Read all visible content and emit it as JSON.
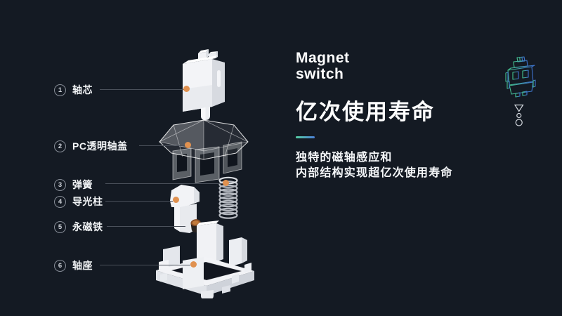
{
  "slide": {
    "background": "#141a23",
    "accent_gradient_start": "#57d0a2",
    "accent_gradient_end": "#4b7fd8",
    "marker_color": "#e0914f"
  },
  "title_block": {
    "kicker_line1": "Magnet",
    "kicker_line2": "switch",
    "heading": "亿次使用寿命",
    "description_line1": "独特的磁轴感应和",
    "description_line2": "内部结构实现超亿次使用寿命"
  },
  "diagram": {
    "parts": [
      {
        "num": "1",
        "label": "轴芯"
      },
      {
        "num": "2",
        "label": "PC透明轴盖"
      },
      {
        "num": "3",
        "label": "弹簧"
      },
      {
        "num": "4",
        "label": "导光柱"
      },
      {
        "num": "5",
        "label": "永磁铁"
      },
      {
        "num": "6",
        "label": "轴座"
      }
    ]
  },
  "decor": {
    "switch_icon": "switch-wireframe-icon",
    "shapes": [
      "triangle-down",
      "circle-small",
      "circle-large"
    ]
  }
}
